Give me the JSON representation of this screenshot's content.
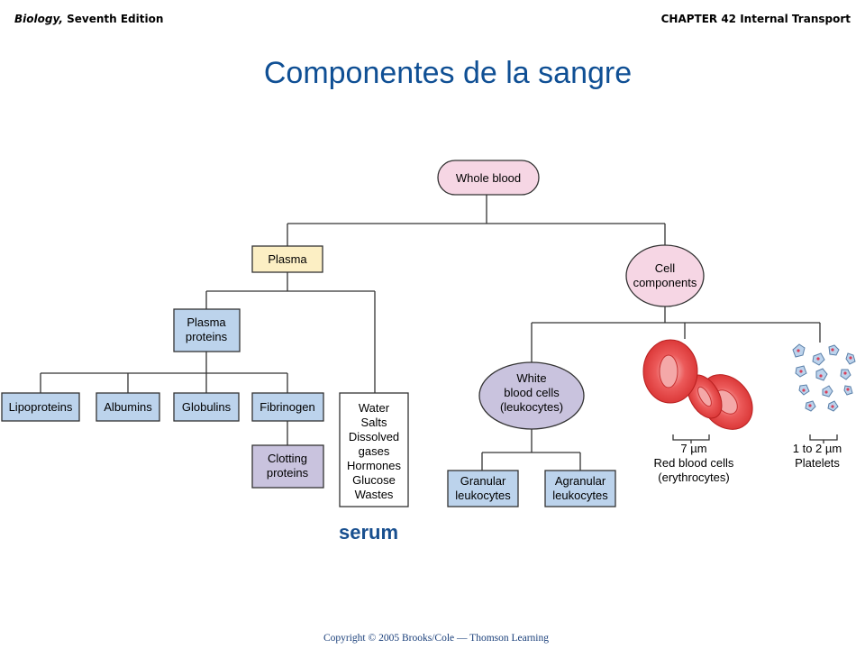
{
  "header": {
    "left_italic": "Biology,",
    "left_rest": " Seventh Edition",
    "right": "CHAPTER 42 Internal Transport"
  },
  "title": "Componentes de la sangre",
  "diagram": {
    "whole_blood": "Whole blood",
    "plasma": "Plasma",
    "cell_components": [
      "Cell",
      "components"
    ],
    "plasma_proteins": [
      "Plasma",
      "proteins"
    ],
    "lipoproteins": "Lipoproteins",
    "albumins": "Albumins",
    "globulins": "Globulins",
    "fibrinogen": "Fibrinogen",
    "clotting_proteins": [
      "Clotting",
      "proteins"
    ],
    "plasma_contents": [
      "Water",
      "Salts",
      "Dissolved",
      "gases",
      "Hormones",
      "Glucose",
      "Wastes"
    ],
    "white_blood_cells": [
      "White",
      "blood cells",
      "(leukocytes)"
    ],
    "granular_leukocytes": [
      "Granular",
      "leukocytes"
    ],
    "agranular_leukocytes": [
      "Agranular",
      "leukocytes"
    ],
    "rbc_size": "7 µm",
    "rbc_label": [
      "Red blood cells",
      "(erythrocytes)"
    ],
    "platelet_size": "1 to 2 µm",
    "platelet_label": "Platelets"
  },
  "serum_label": "serum",
  "copyright": "Copyright © 2005 Brooks/Cole — Thomson Learning",
  "colors": {
    "title": "#0f4f94",
    "oval_pink": "#f6d6e4",
    "plasma_yellow": "#fcefc4",
    "blue_box": "#bcd3ec",
    "lavender": "#c9c3de",
    "rbc_red": "#e03a3a"
  }
}
